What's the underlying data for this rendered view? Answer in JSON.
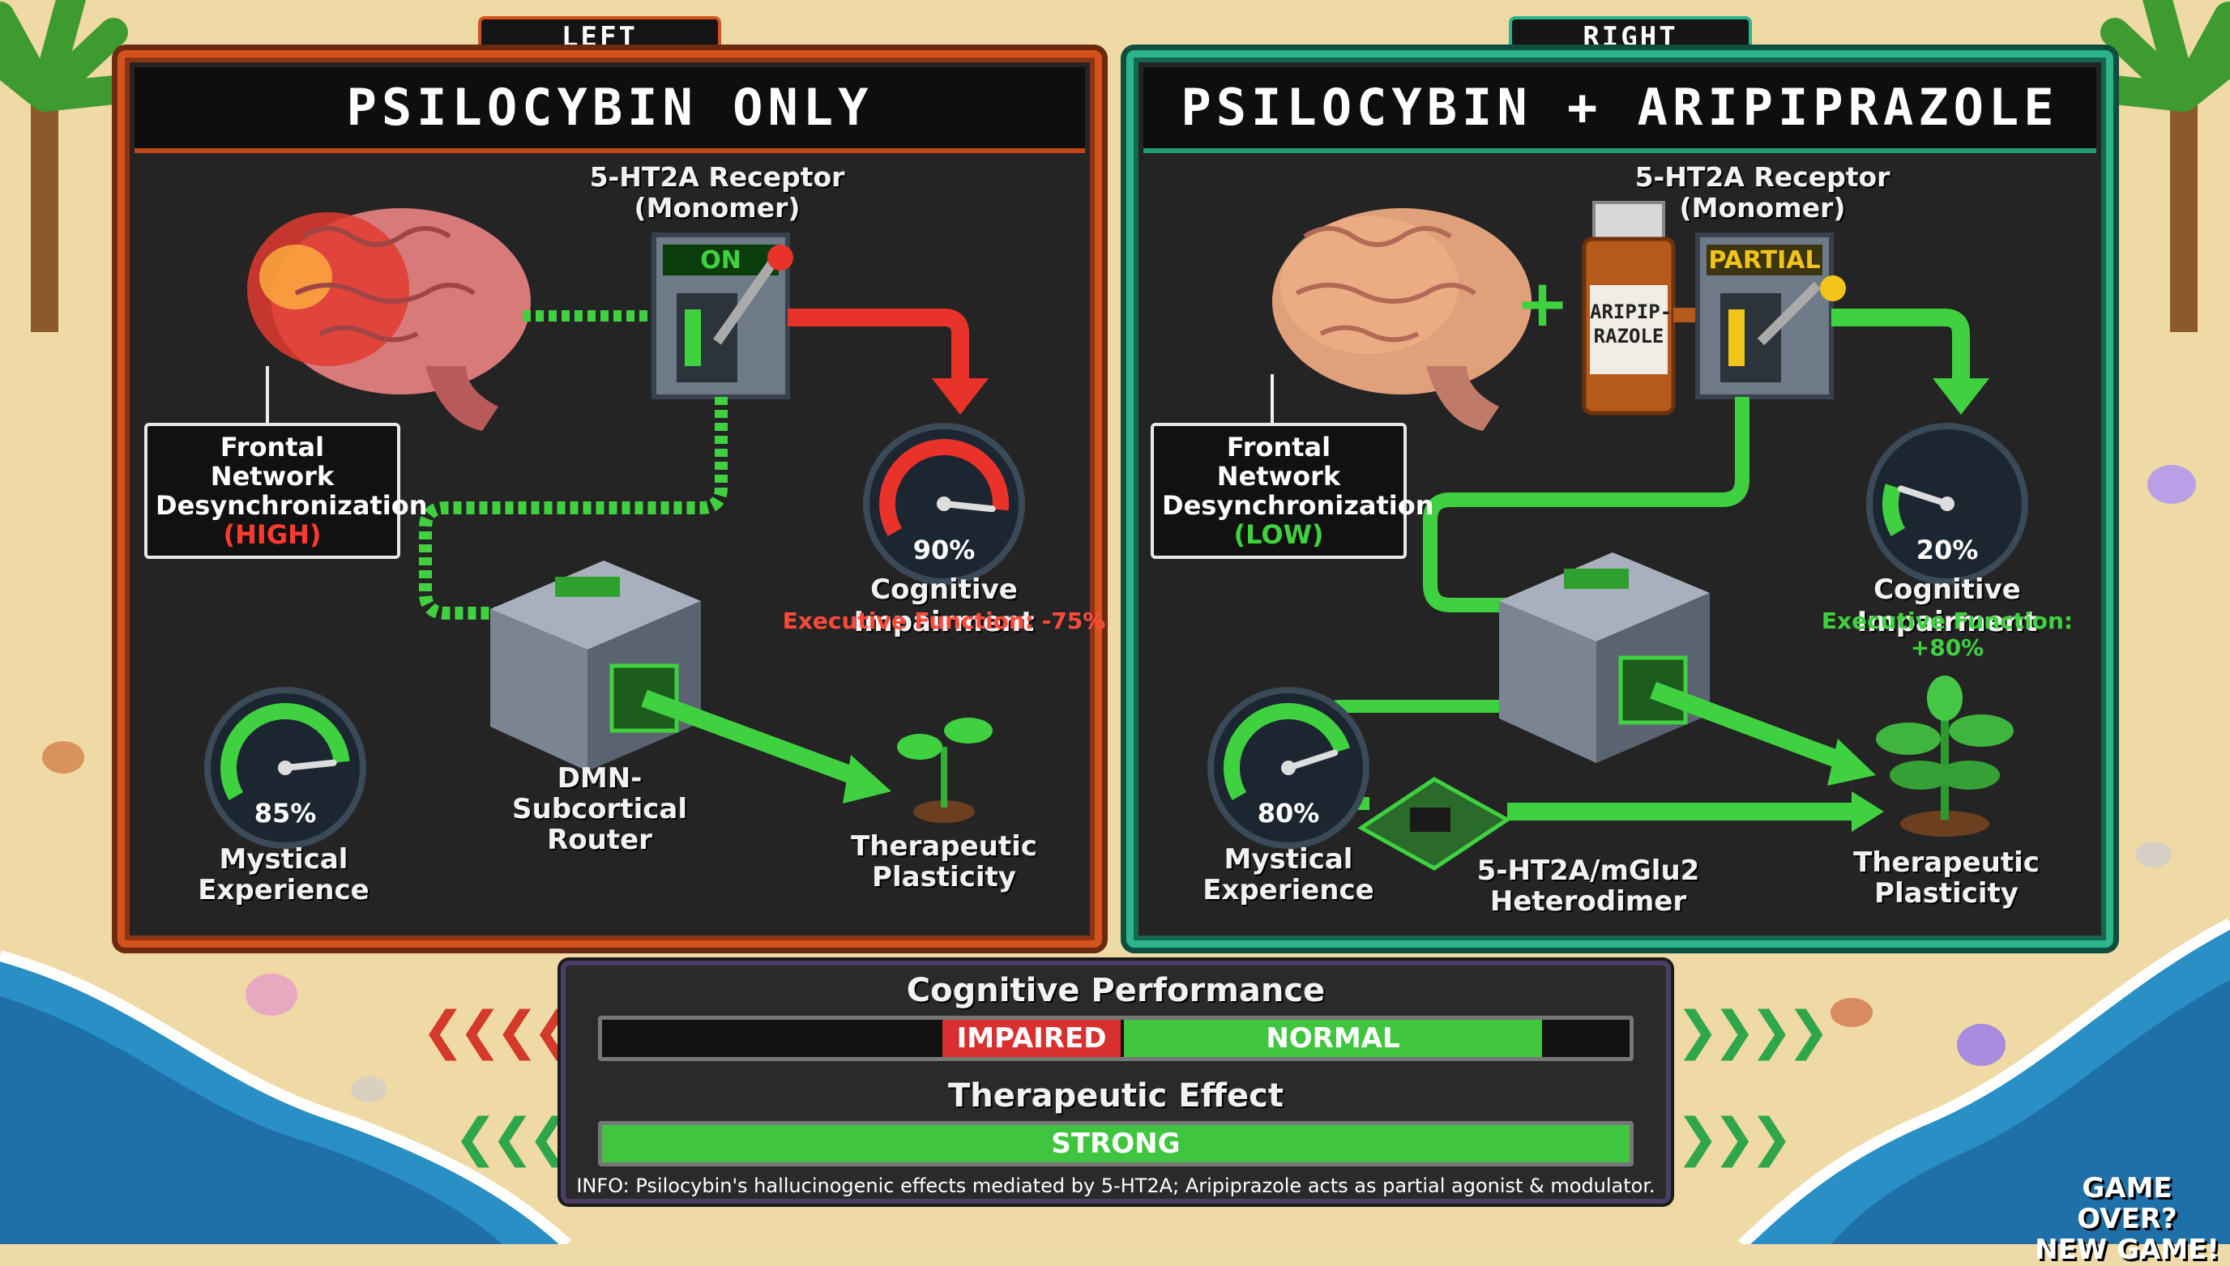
{
  "left_panel": {
    "tab": "LEFT PANEL",
    "title": "PSILOCYBIN ONLY",
    "receptor": {
      "line1": "5-HT2A Receptor",
      "line2": "(Monomer)",
      "switch_state": "ON"
    },
    "frontal": {
      "line1": "Frontal Network",
      "line2": "Desynchronization",
      "level": "(HIGH)"
    },
    "impairment": {
      "pct": "90%",
      "label": "Cognitive Impairment",
      "sub": "Executive Function: -75%",
      "value": 0.9
    },
    "mystical": {
      "pct": "85%",
      "line1": "Mystical",
      "line2": "Experience",
      "value": 0.85
    },
    "router": {
      "line1": "DMN-Subcortical",
      "line2": "Router"
    },
    "plasticity": {
      "line1": "Therapeutic",
      "line2": "Plasticity"
    }
  },
  "right_panel": {
    "tab": "RIGHT PANEL",
    "title": "PSILOCYBIN + ARIPIPRAZOLE",
    "receptor": {
      "line1": "5-HT2A Receptor",
      "line2": "(Monomer)",
      "switch_state": "PARTIAL"
    },
    "plus": "+",
    "bottle": {
      "line1": "ARIPIP-",
      "line2": "RAZOLE"
    },
    "frontal": {
      "line1": "Frontal Network",
      "line2": "Desynchronization",
      "level": "(LOW)"
    },
    "impairment": {
      "pct": "20%",
      "label": "Cognitive Impairment",
      "sub": "Executive Function: +80%",
      "value": 0.2
    },
    "mystical": {
      "pct": "80%",
      "line1": "Mystical",
      "line2": "Experience",
      "value": 0.8
    },
    "heterodimer": {
      "line1": "5-HT2A/mGlu2",
      "line2": "Heterodimer"
    },
    "plasticity": {
      "line1": "Therapeutic",
      "line2": "Plasticity"
    }
  },
  "bottom": {
    "performance_title": "Cognitive Performance",
    "impaired": "IMPAIRED",
    "normal": "NORMAL",
    "effect_title": "Therapeutic Effect",
    "strong": "STRONG",
    "info": "INFO: Psilocybin's hallucinogenic effects mediated by 5-HT2A; Aripiprazole acts as partial agonist & modulator."
  },
  "game_over": {
    "line1": "GAME OVER?",
    "line2": "NEW GAME!"
  },
  "colors": {
    "red": "#e8322a",
    "green": "#3fd13f",
    "yellow": "#f0c419",
    "orange": "#d6521c",
    "teal": "#2bb58b"
  }
}
